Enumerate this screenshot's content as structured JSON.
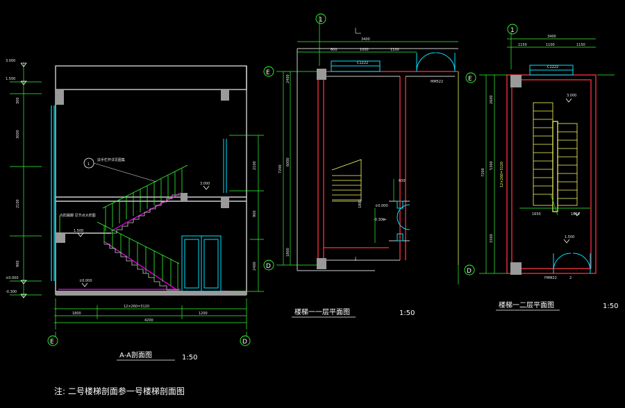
{
  "section": {
    "title": "A-A剖面图",
    "scale": "1:50",
    "axes": [
      "E",
      "D"
    ],
    "total_dim": "4200",
    "sub_dims": [
      "1800",
      "1200"
    ],
    "stair_dim": "12×260=3120",
    "levels": [
      "3.000",
      "1.500",
      "±0.000",
      "-0.300"
    ],
    "left_dims": [
      "300",
      "3000",
      "2100",
      "900"
    ],
    "right_dims": [
      "2100",
      "900",
      "2400"
    ],
    "notes": [
      "扶手栏杆详见图集",
      "为防踢脚 见节点大样图"
    ],
    "callout": "1",
    "level_labels": [
      "3.000",
      "1.500",
      "±0.000"
    ]
  },
  "plan1": {
    "title": "楼梯一一层平面图",
    "scale": "1:50",
    "axes": [
      "E",
      "D",
      "1"
    ],
    "top_dims": [
      "3400",
      "600",
      "1000",
      "1100"
    ],
    "door_labels": [
      "C1222",
      "MM522"
    ],
    "side_dims": [
      "7200",
      "6000",
      "1800",
      "2400"
    ],
    "small_labels": [
      "600",
      "1800",
      "±0.000",
      "-0.300",
      "1"
    ]
  },
  "plan2": {
    "title": "楼梯一二层平面图",
    "scale": "1:50",
    "axes": [
      "E",
      "D",
      "1"
    ],
    "top_dims": [
      "3400",
      "1150",
      "1100",
      "1150"
    ],
    "window_label": "C1222",
    "stair_dim": "12×260=3120",
    "side_dims": [
      "7200",
      "5300",
      "1500",
      "2600"
    ],
    "levels": [
      "3.000",
      "1.500"
    ],
    "small_labels": [
      "1650",
      "1650",
      "2"
    ],
    "door_label": "FMM22"
  },
  "note": "注: 二号楼梯剖面参一号楼梯剖面图"
}
